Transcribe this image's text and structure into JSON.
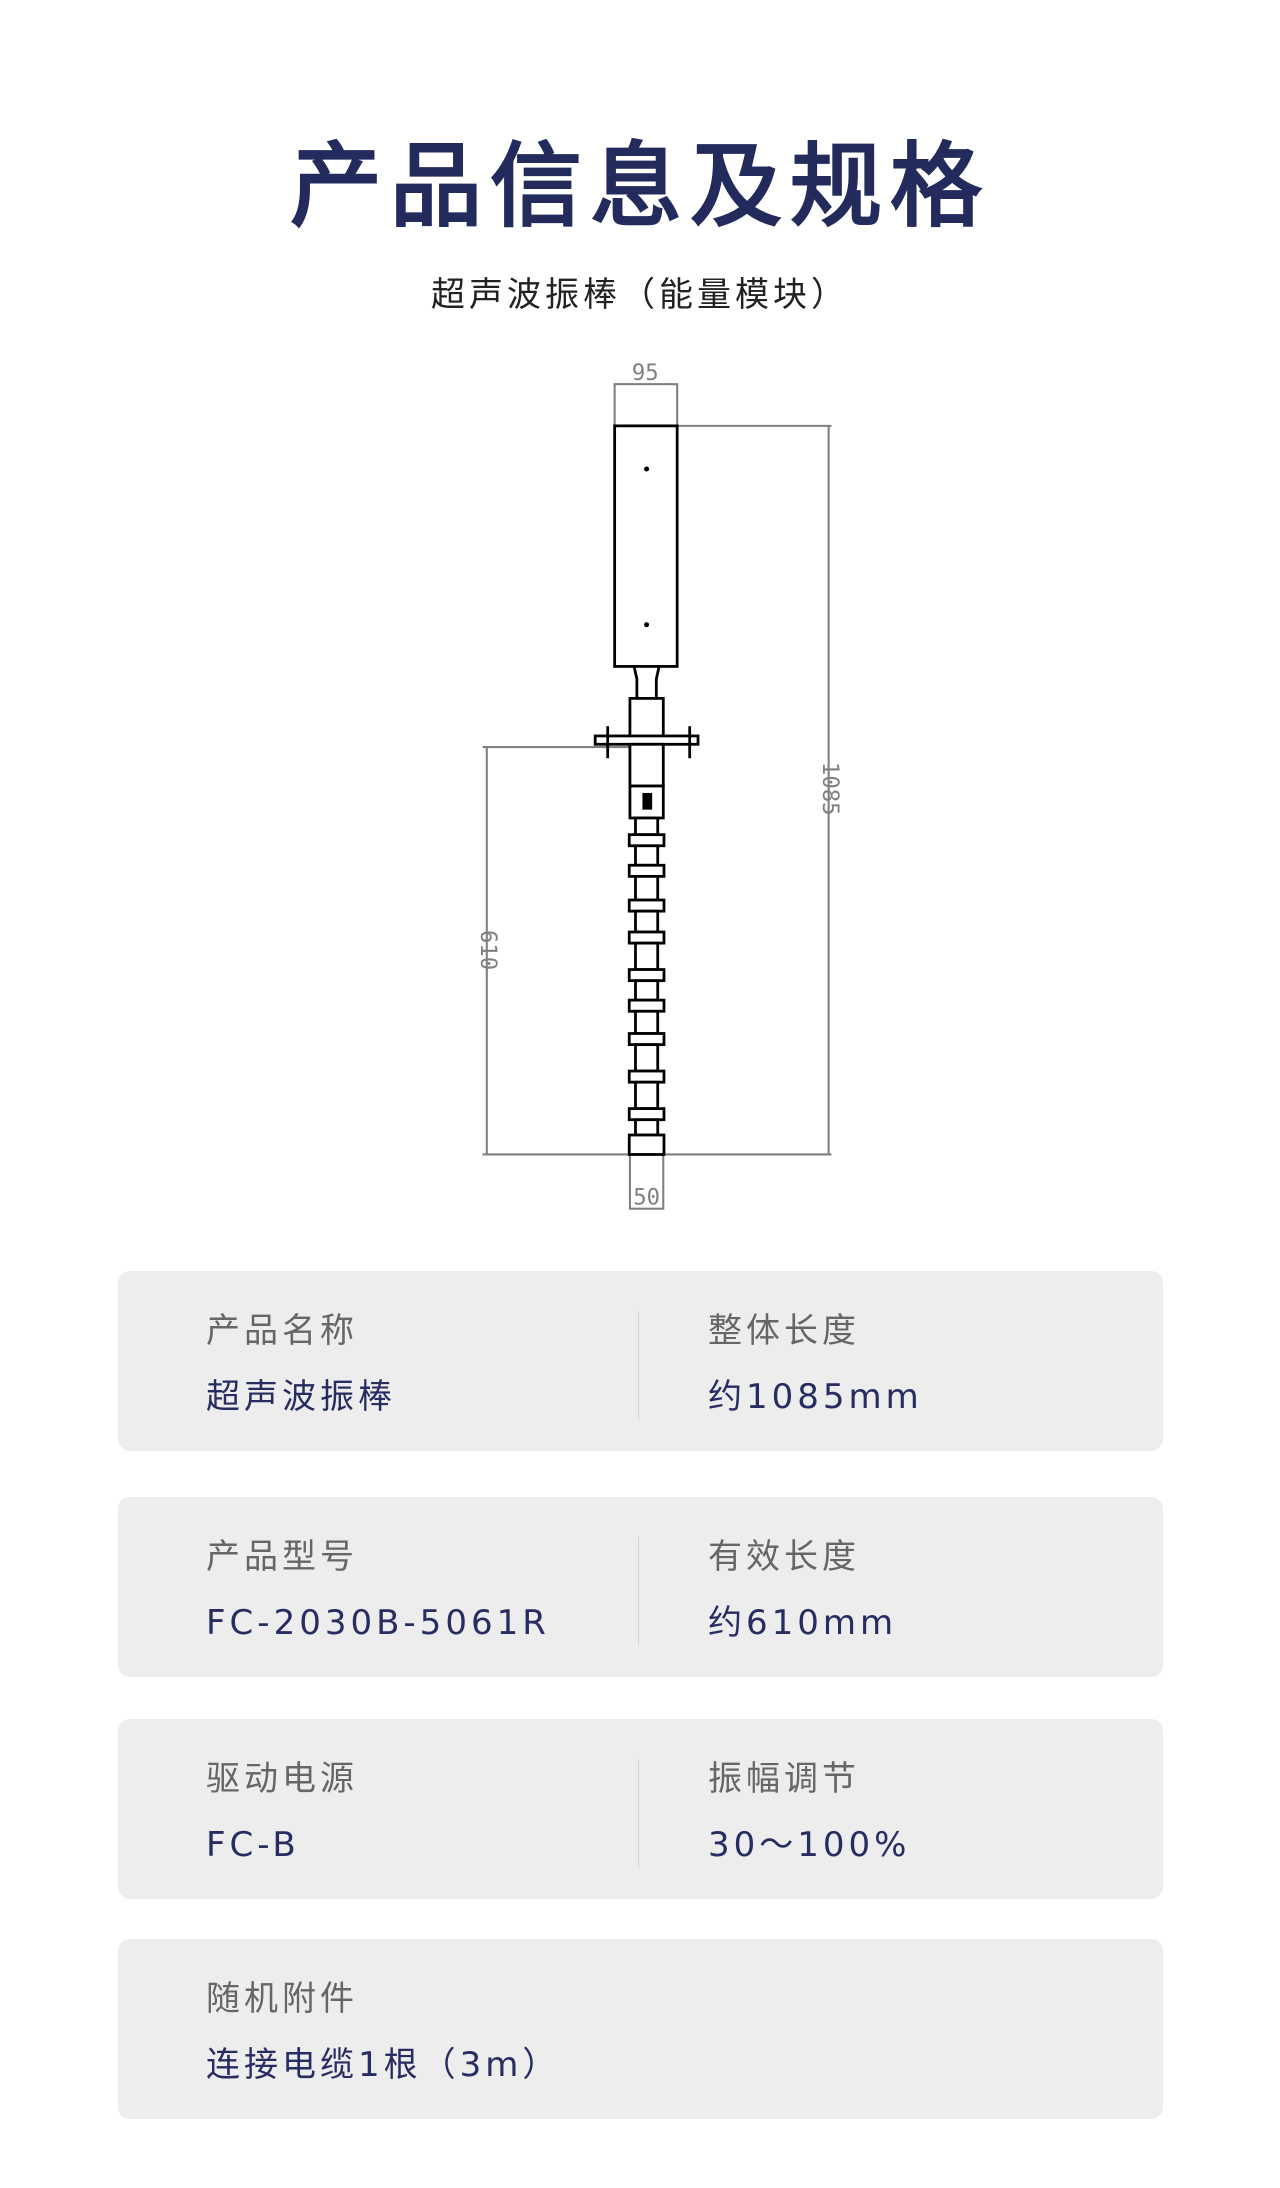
{
  "header": {
    "title": "产品信息及规格",
    "subtitle": "超声波振棒（能量模块）"
  },
  "diagram": {
    "width_label": "95",
    "total_length_label": "1085",
    "effective_length_label": "610",
    "tip_label": "50"
  },
  "specs": [
    {
      "left": {
        "label": "产品名称",
        "value": "超声波振棒"
      },
      "right": {
        "label": "整体长度",
        "value": "约1085mm"
      }
    },
    {
      "left": {
        "label": "产品型号",
        "value": "FC-2030B-5061R"
      },
      "right": {
        "label": "有效长度",
        "value": "约610mm"
      }
    },
    {
      "left": {
        "label": "驱动电源",
        "value": "FC-B"
      },
      "right": {
        "label": "振幅调节",
        "value": "30～100%"
      }
    },
    {
      "left": {
        "label": "随机附件",
        "value": "连接电缆1根（3m）"
      }
    }
  ],
  "colors": {
    "title": "#232a5c",
    "value": "#272d60",
    "label": "#666666",
    "card": "#ededed"
  }
}
